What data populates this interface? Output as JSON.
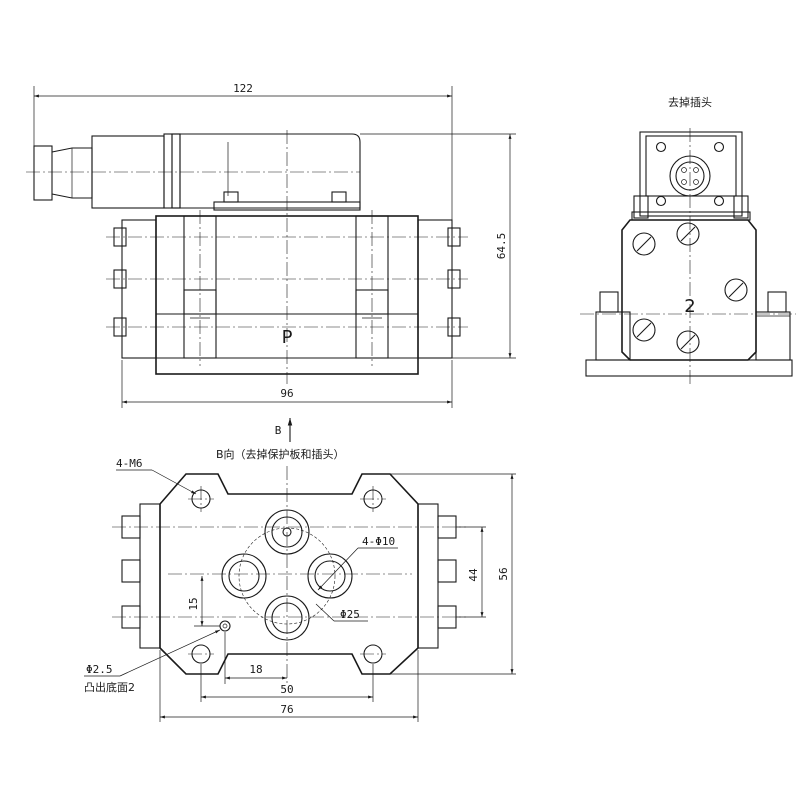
{
  "front_view": {
    "dim_total_width": "122",
    "dim_body_width": "96",
    "dim_height": "64.5",
    "port_label": "P"
  },
  "side_view": {
    "title": "去掉插头",
    "face_label": "2"
  },
  "bottom_view": {
    "direction_arrow_label": "B",
    "title": "B向（去掉保护板和插头）",
    "thread_note": "4-M6",
    "port_note": "4-Φ10",
    "circle_dia": "Φ25",
    "pin_note_1": "Φ2.5",
    "pin_note_2": "凸出底面2",
    "dim_15": "15",
    "dim_18": "18",
    "dim_50": "50",
    "dim_76": "76",
    "dim_44": "44",
    "dim_56": "56"
  }
}
